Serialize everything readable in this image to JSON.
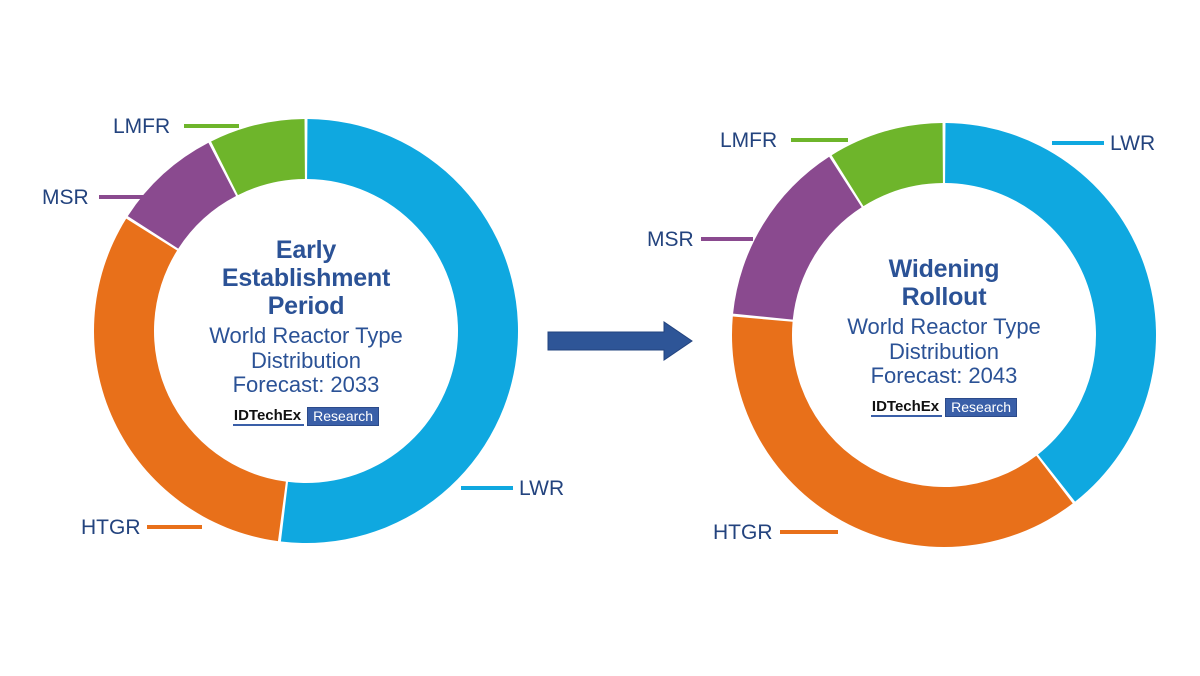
{
  "figure": {
    "background": "#ffffff",
    "label_color": "#23437E",
    "center_text_color": "#2B5296"
  },
  "brand": {
    "logo_name": "IDTechEx",
    "logo_badge": "Research",
    "badge_bg": "#3A5FA8"
  },
  "arrow": {
    "name": "progression-arrow",
    "color": "#2E5597",
    "direction": "right"
  },
  "chart_data": [
    {
      "type": "pie",
      "variant": "donut",
      "id": "chart-2033",
      "title": "Early Establishment Period",
      "title_lines": [
        "Early",
        "Establishment",
        "Period"
      ],
      "subtitle_lines": [
        "World Reactor Type",
        "Distribution",
        "Forecast: 2033"
      ],
      "subtitle": "World Reactor Type Distribution Forecast: 2033",
      "forecast_year": "2033",
      "categories": [
        "LWR",
        "HTGR",
        "MSR",
        "LMFR"
      ],
      "values": [
        52,
        32,
        8.5,
        7.5
      ],
      "unit": "%",
      "colors": [
        "#0FA8E0",
        "#E8701A",
        "#8A4A8F",
        "#6EB52B"
      ],
      "start_angle_deg": 0,
      "direction": "clockwise",
      "legend": "callout-labels",
      "labels": [
        {
          "name": "LWR",
          "text": "LWR",
          "color": "#0FA8E0"
        },
        {
          "name": "HTGR",
          "text": "HTGR",
          "color": "#E8701A"
        },
        {
          "name": "MSR",
          "text": "MSR",
          "color": "#8A4A8F"
        },
        {
          "name": "LMFR",
          "text": "LMFR",
          "color": "#6EB52B"
        }
      ]
    },
    {
      "type": "pie",
      "variant": "donut",
      "id": "chart-2043",
      "title": "Widening Rollout",
      "title_lines": [
        "Widening",
        "Rollout"
      ],
      "subtitle_lines": [
        "World Reactor Type",
        "Distribution",
        "Forecast: 2043"
      ],
      "subtitle": "World Reactor Type Distribution Forecast: 2043",
      "forecast_year": "2043",
      "categories": [
        "LWR",
        "HTGR",
        "MSR",
        "LMFR"
      ],
      "values": [
        39.5,
        37,
        14.5,
        9
      ],
      "unit": "%",
      "colors": [
        "#0FA8E0",
        "#E8701A",
        "#8A4A8F",
        "#6EB52B"
      ],
      "start_angle_deg": 0,
      "direction": "clockwise",
      "legend": "callout-labels",
      "labels": [
        {
          "name": "LWR",
          "text": "LWR",
          "color": "#0FA8E0"
        },
        {
          "name": "HTGR",
          "text": "HTGR",
          "color": "#E8701A"
        },
        {
          "name": "MSR",
          "text": "MSR",
          "color": "#8A4A8F"
        },
        {
          "name": "LMFR",
          "text": "LMFR",
          "color": "#6EB52B"
        }
      ]
    }
  ]
}
